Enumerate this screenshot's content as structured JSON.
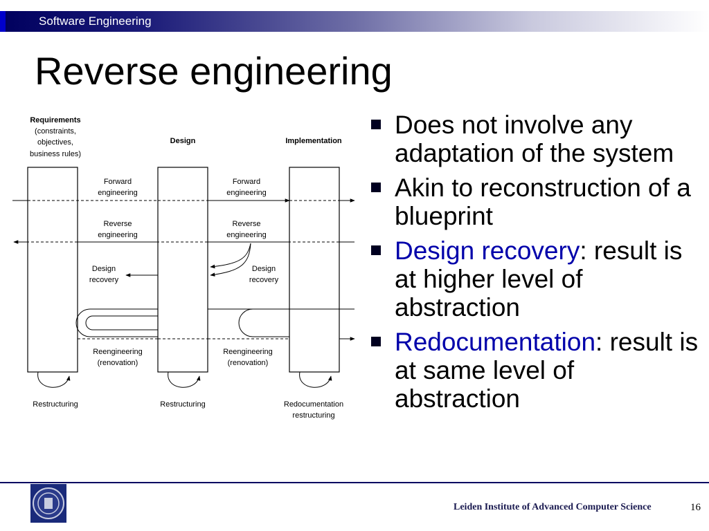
{
  "header": {
    "course": "Software Engineering"
  },
  "slide": {
    "title": "Reverse engineering"
  },
  "diagram": {
    "columns": [
      "Requirements",
      "(constraints,",
      "objectives,",
      "business rules)",
      "Design",
      "Implementation"
    ],
    "labels": {
      "forward1": [
        "Forward",
        "engineering"
      ],
      "forward2": [
        "Forward",
        "engineering"
      ],
      "reverse1": [
        "Reverse",
        "engineering"
      ],
      "reverse2": [
        "Reverse",
        "engineering"
      ],
      "recovery1": [
        "Design",
        "recovery"
      ],
      "recovery2": [
        "Design",
        "recovery"
      ],
      "reeng1": [
        "Reengineering",
        "(renovation)"
      ],
      "reeng2": [
        "Reengineering",
        "(renovation)"
      ],
      "restr1": "Restructuring",
      "restr2": "Restructuring",
      "redoc": [
        "Redocumentation",
        "restructuring"
      ]
    }
  },
  "bullets": [
    {
      "parts": [
        {
          "text": "Does not involve any adaptation of the system",
          "hl": false
        }
      ]
    },
    {
      "parts": [
        {
          "text": "Akin to reconstruction of a blueprint",
          "hl": false
        }
      ]
    },
    {
      "parts": [
        {
          "text": "Design recovery",
          "hl": true
        },
        {
          "text": ": result is at higher level of abstraction",
          "hl": false
        }
      ]
    },
    {
      "parts": [
        {
          "text": "Redocumentation",
          "hl": true
        },
        {
          "text": ": result is at same level of abstraction",
          "hl": false
        }
      ]
    }
  ],
  "footer": {
    "institute": "Leiden Institute of Advanced Computer Science",
    "page": "16"
  },
  "colors": {
    "header_dark": "#00005e",
    "accent_blue": "#0000aa",
    "footer_line": "#000060"
  }
}
